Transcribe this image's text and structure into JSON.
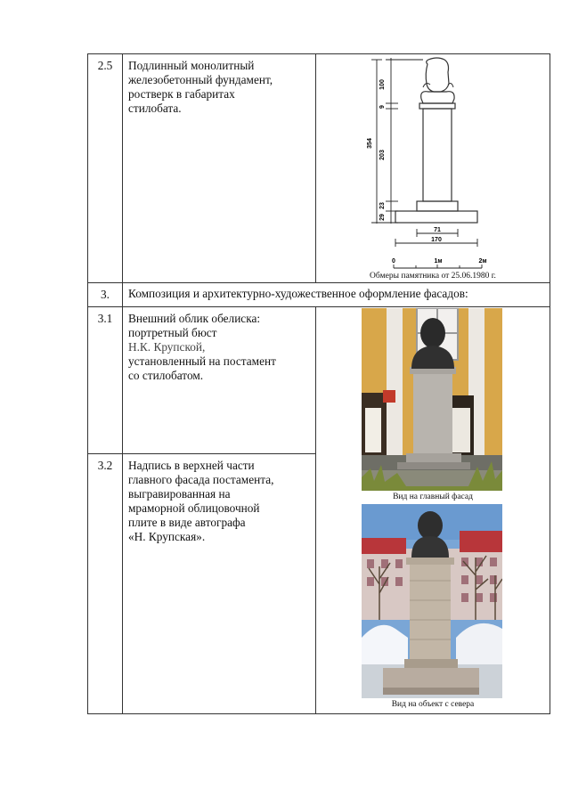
{
  "rows": [
    {
      "num": "2.5",
      "lines": [
        "Подлинный монолитный",
        "железобетонный фундамент,",
        "ростверк в габаритах",
        "стилобата."
      ],
      "drawing": {
        "dims_vertical": [
          "100",
          "9",
          "203",
          "23",
          "29"
        ],
        "dim_total": "354",
        "dim_width_top": "71",
        "dim_width_base": "170",
        "scale_labels": [
          "0",
          "1м",
          "2м"
        ],
        "caption": "Обмеры памятника от 25.06.1980 г."
      }
    }
  ],
  "section": {
    "num": "3.",
    "title": "Композиция и архитектурно-художественное оформление фасадов:"
  },
  "row31": {
    "num": "3.1",
    "line1": "Внешний облик обелиска:",
    "line2": "портретный бюст",
    "line3": "Н.К. Крупской,",
    "line4": "установленный на постамент",
    "line5": "со стилобатом."
  },
  "row32": {
    "num": "3.2",
    "lines": [
      "Надпись в верхней части",
      "главного фасада постамента,",
      "выгравированная на",
      "мраморной облицовочной",
      "плите в виде автографа",
      "«Н. Крупская»."
    ]
  },
  "photos": {
    "front_caption": "Вид на главный фасад",
    "north_caption": "Вид на объект с севера"
  }
}
